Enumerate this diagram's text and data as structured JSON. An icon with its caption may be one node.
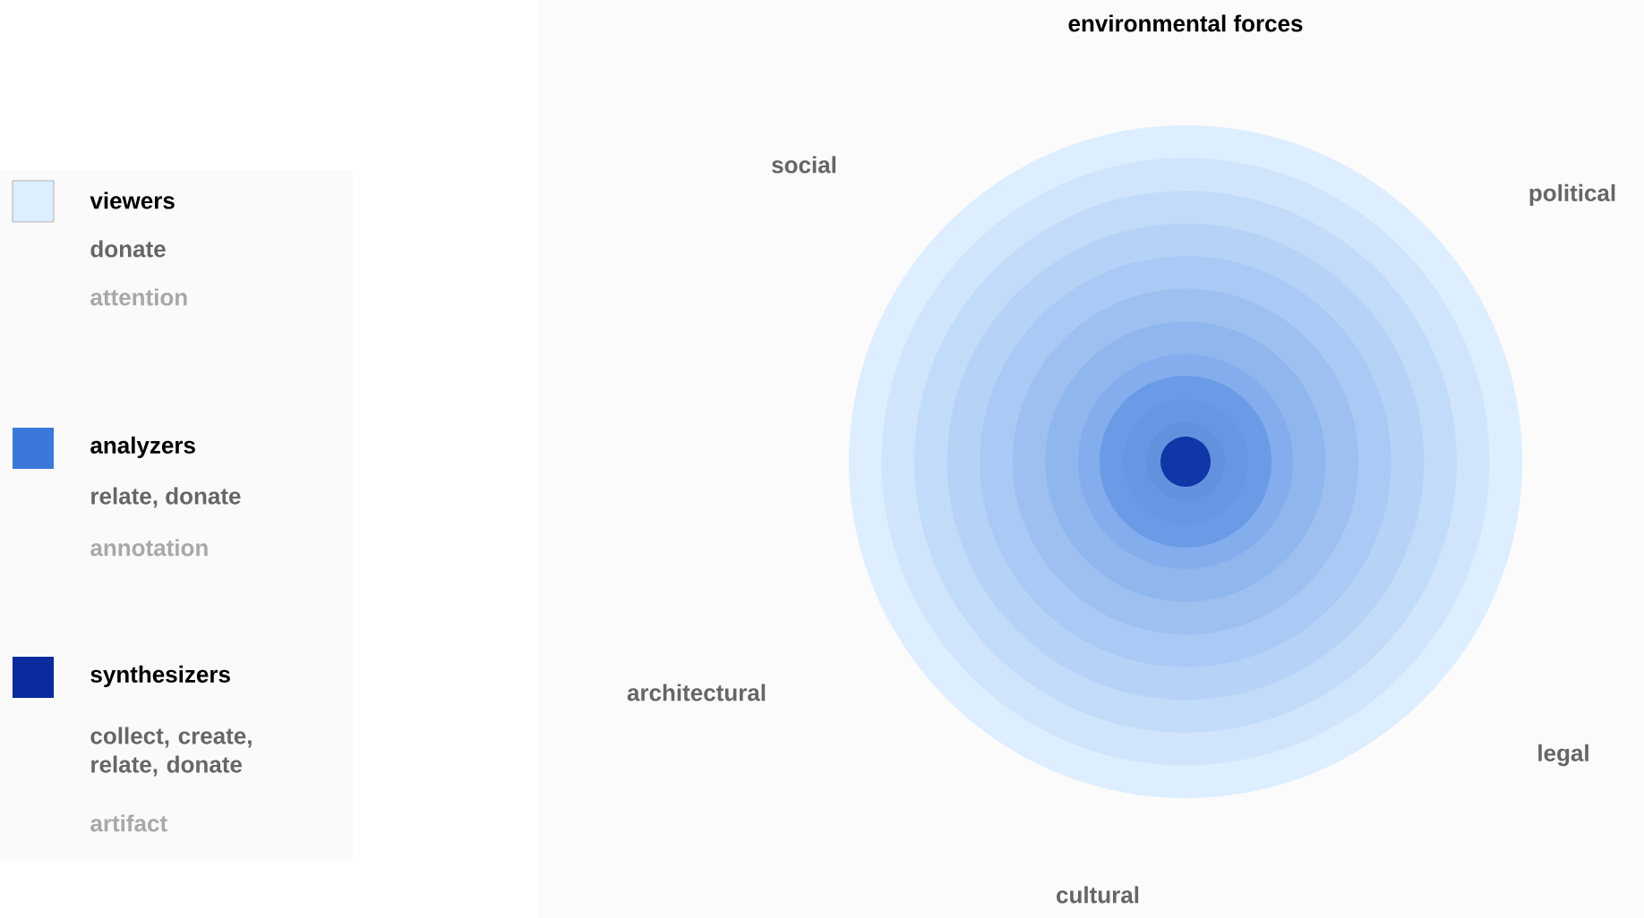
{
  "diagram": {
    "title": "environmental forces",
    "labels": [
      "donate",
      "attention",
      "relate, donate",
      "annotation",
      "collect, create, relate, donate",
      "artifact",
      "social",
      "political",
      "architectural",
      "legal",
      "cultural"
    ],
    "legend": [
      {
        "text": "viewers",
        "color": "#dceeff"
      },
      {
        "text": "analyzers",
        "color": "#3b78dc"
      },
      {
        "text": "synthesizers",
        "color": "#0a2a9e"
      }
    ]
  }
}
